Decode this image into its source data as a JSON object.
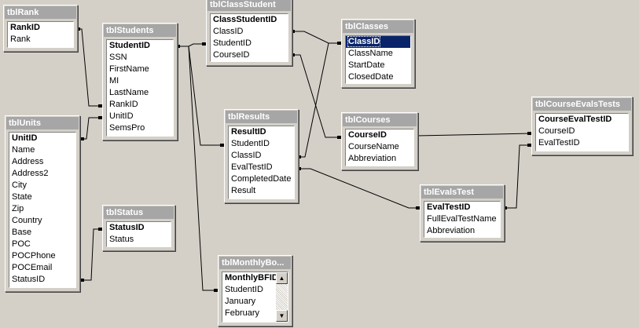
{
  "tables": {
    "rank": {
      "title": "tblRank",
      "fields": [
        "RankID",
        "Rank"
      ]
    },
    "students": {
      "title": "tblStudents",
      "fields": [
        "StudentID",
        "SSN",
        "FirstName",
        "MI",
        "LastName",
        "RankID",
        "UnitID",
        "SemsPro"
      ]
    },
    "classstudent": {
      "title": "tblClassStudent",
      "fields": [
        "ClassStudentID",
        "ClassID",
        "StudentID",
        "CourseID"
      ]
    },
    "classes": {
      "title": "tblClasses",
      "fields": [
        "ClassID",
        "ClassName",
        "StartDate",
        "ClosedDate"
      ]
    },
    "units": {
      "title": "tblUnits",
      "fields": [
        "UnitID",
        "Name",
        "Address",
        "Address2",
        "City",
        "State",
        "Zip",
        "Country",
        "Base",
        "POC",
        "POCPhone",
        "POCEmail",
        "StatusID"
      ]
    },
    "results": {
      "title": "tblResults",
      "fields": [
        "ResultID",
        "StudentID",
        "ClassID",
        "EvalTestID",
        "CompletedDate",
        "Result"
      ]
    },
    "courses": {
      "title": "tblCourses",
      "fields": [
        "CourseID",
        "CourseName",
        "Abbreviation"
      ]
    },
    "courseevalstests": {
      "title": "tblCourseEvalsTests",
      "fields": [
        "CourseEvalTestID",
        "CourseID",
        "EvalTestID"
      ]
    },
    "status": {
      "title": "tblStatus",
      "fields": [
        "StatusID",
        "Status"
      ]
    },
    "evalstest": {
      "title": "tblEvalsTest",
      "fields": [
        "EvalTestID",
        "FullEvalTestName",
        "Abbreviation"
      ]
    },
    "monthlybf": {
      "title": "tblMonthlyBo...",
      "fields": [
        "MonthlyBFID",
        "StudentID",
        "January",
        "February"
      ]
    }
  },
  "icons": {
    "scroll_up": "scroll-up-arrow-icon",
    "scroll_down": "scroll-down-arrow-icon"
  },
  "colors": {
    "canvas": "#d4d0c8",
    "title_bar": "#a6a6a6",
    "selection": "#0a246a"
  }
}
